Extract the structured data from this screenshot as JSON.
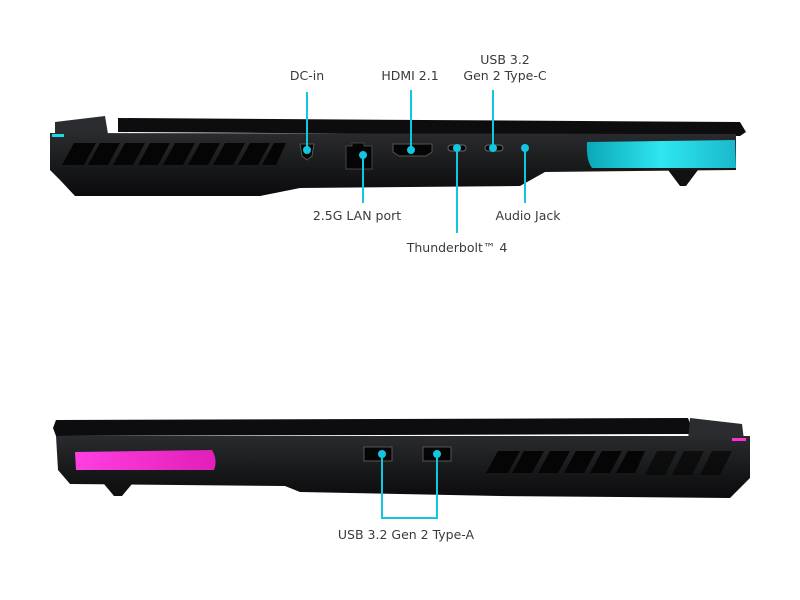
{
  "colors": {
    "leader": "#12c6e0",
    "accent_left": "#20d8e8",
    "accent_right": "#ff2fd6",
    "chassis": "#111214"
  },
  "left_side": {
    "ports": [
      {
        "id": "dc-in",
        "label": "DC-in"
      },
      {
        "id": "lan",
        "label": "2.5G LAN port"
      },
      {
        "id": "hdmi",
        "label": "HDMI 2.1"
      },
      {
        "id": "thunderbolt",
        "label": "Thunderbolt™ 4"
      },
      {
        "id": "usb-c",
        "label_line1": "USB 3.2",
        "label_line2": "Gen 2 Type-C"
      },
      {
        "id": "audio",
        "label": "Audio Jack"
      }
    ]
  },
  "right_side": {
    "ports": [
      {
        "id": "usb-a",
        "label": "USB 3.2 Gen 2 Type-A",
        "count": 2
      }
    ]
  }
}
